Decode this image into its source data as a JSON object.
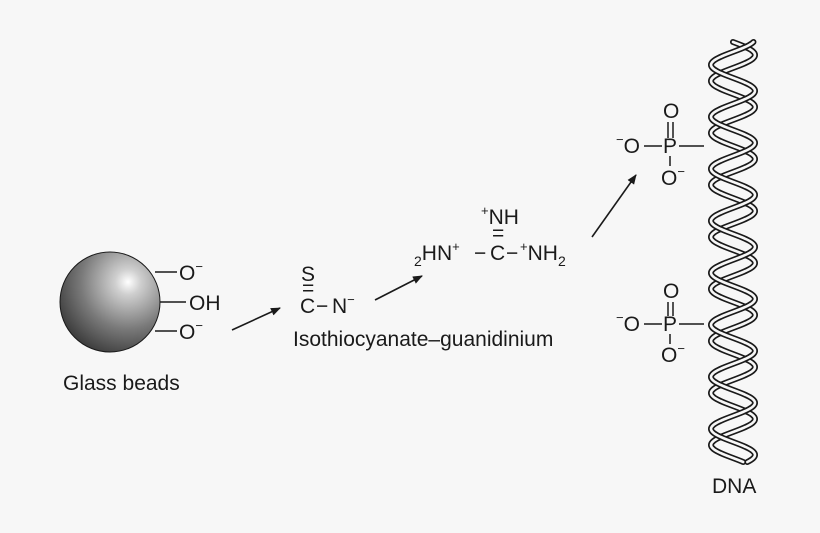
{
  "colors": {
    "background": "#f7f7f7",
    "ink": "#1a1a1a",
    "bead_highlight": "#ffffff",
    "bead_shadow": "#2b2b2b"
  },
  "bead": {
    "group_top": "O",
    "group_middle": "OH",
    "group_bottom": "O",
    "minus": "−",
    "caption": "Glass beads"
  },
  "isothiocyanate": {
    "sulfur": "S",
    "double_bond": "=",
    "carbon": "C",
    "bond": "−",
    "nitrogen": "N",
    "minus": "−",
    "caption": "Isothiocyanate–guanidinium"
  },
  "guanidinium": {
    "plus": "+",
    "top_group": "NH",
    "double_bond": "=",
    "left_sub": "2",
    "left_group": "HN",
    "bond": "−",
    "carbon": "C",
    "right_group": "NH",
    "right_sub": "2"
  },
  "phosphate": {
    "oxygen": "O",
    "phosphorus": "P",
    "minus": "−",
    "double_bond": "="
  },
  "dna": {
    "label": "DNA"
  }
}
